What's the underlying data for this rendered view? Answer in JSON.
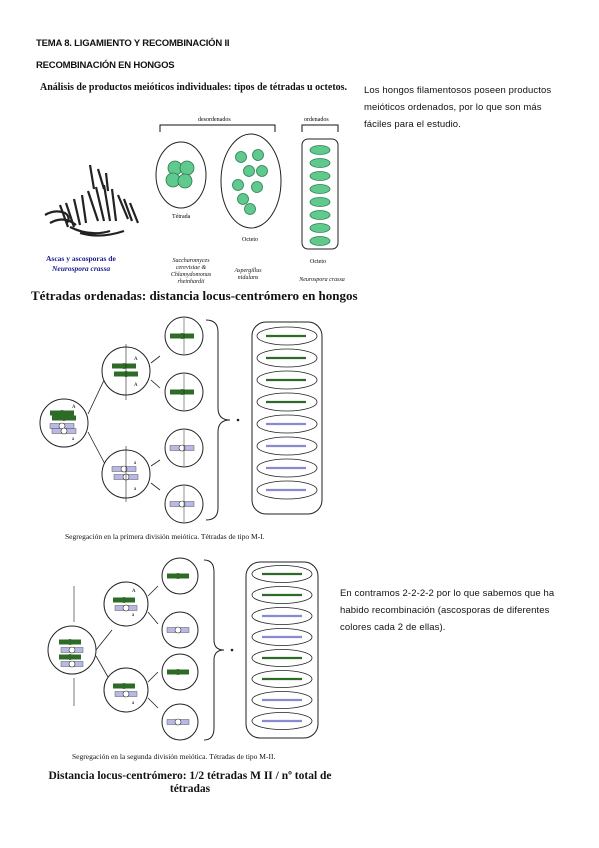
{
  "header": {
    "title": "TEMA 8. LIGAMIENTO Y RECOMBINACIÓN II",
    "subtitle": "RECOMBINACIÓN EN HONGOS"
  },
  "figure1": {
    "title": "Análisis de productos meióticos individuales: tipos de tétradas u octetos.",
    "desordenados": "desordenados",
    "ordenados": "ordenados",
    "tetrada": "Tétrada",
    "octeto1": "Octeto",
    "octeto2": "Octeto",
    "ascas_label_1": "Ascas y ascosporas de",
    "ascas_label_2": "Neurospora crassa",
    "sacch_1": "Saccharomyces",
    "sacch_2": "cerevisiae &",
    "sacch_3": "Chlamydomonas",
    "sacch_4": "rheinhardii",
    "asp_1": "Aspergillus",
    "asp_2": "nidulans",
    "neuro": "Neurospora crassa"
  },
  "side_note_1": {
    "line1": "Los hongos filamentosos poseen productos",
    "line2": "meióticos ordenados, por lo que son más",
    "line3": "fáciles para el estudio."
  },
  "section_title": "Tétradas ordenadas: distancia locus-centrómero en hongos",
  "figure2": {
    "caption": "Segregación en la primera división meiótica. Tétradas de tipo M-I.",
    "allele_A": "A",
    "allele_a": "a"
  },
  "side_note_2": {
    "line1": "En contramos 2-2-2-2 por lo que sabemos que ha",
    "line2": "habido recombinación (ascosporas de diferentes",
    "line3": "colores cada 2 de ellas)."
  },
  "figure3": {
    "caption": "Segregación en la segunda división meiótica. Tétradas de tipo M-II."
  },
  "formula": {
    "line1": "Distancia locus-centrómero: 1/2 tétradas M II / nº total de",
    "line2": "tétradas"
  },
  "colors": {
    "green": "#2e6b26",
    "light_green": "#5fc98e",
    "lilac": "#b9b9e8",
    "outline": "#222222"
  }
}
